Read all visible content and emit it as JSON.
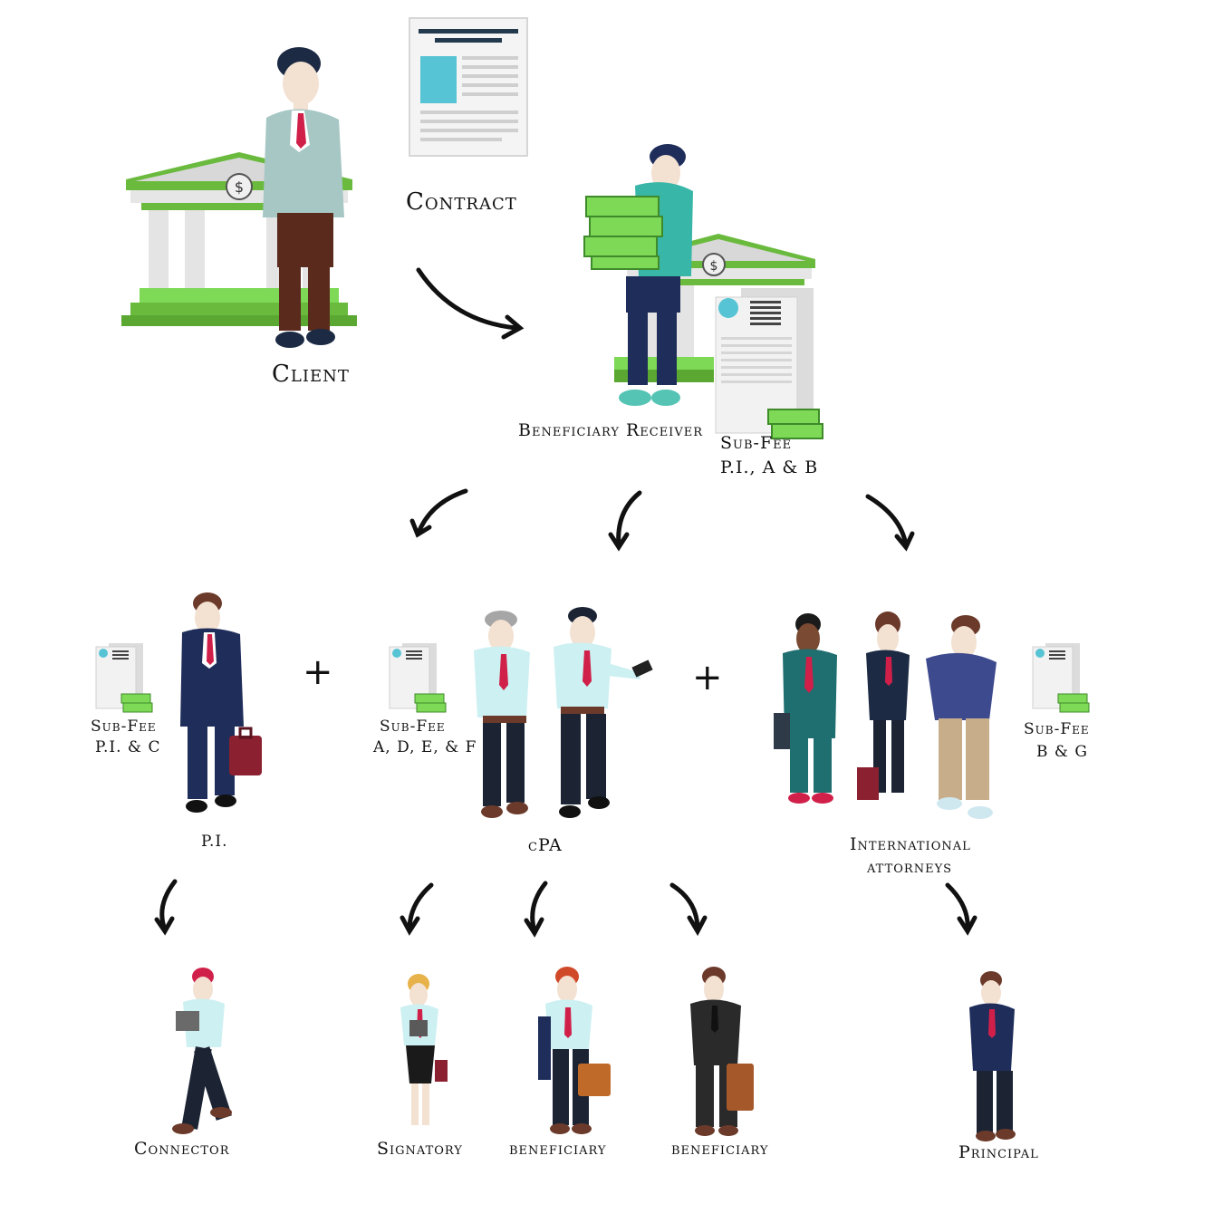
{
  "colors": {
    "bank_green": "#6aba3d",
    "bank_roof": "#5aa832",
    "bank_stone": "#d8d8d8",
    "doc_accent": "#56c4d4",
    "doc_header": "#233a4e",
    "cash_green": "#7ed957",
    "navy_suit": "#1f2d5a",
    "tie_red": "#d0204a",
    "arrow": "#111111"
  },
  "labels": {
    "contract": "Contract",
    "client": "Client",
    "beneficiary_receiver": "Beneficiary Receiver",
    "subfee_top_1": "Sub-Fee",
    "subfee_top_2": "P.I., A & B",
    "subfee_pi_1": "Sub-Fee",
    "subfee_pi_2": "P.I. & C",
    "subfee_cpa_1": "Sub-Fee",
    "subfee_cpa_2": "A, D, E, & F",
    "subfee_intl_1": "Sub-Fee",
    "subfee_intl_2": "B & G",
    "pi": "P.I.",
    "cpa": "cPA",
    "intl_1": "International",
    "intl_2": "attorneys",
    "connector": "Connector",
    "signatory": "Signatory",
    "beneficiary_a": "beneficiary",
    "beneficiary_b": "beneficiary",
    "principal": "Principal",
    "plus": "+"
  },
  "icons": [
    "bank-icon",
    "contract-document-icon",
    "person-icon",
    "cash-stack-icon",
    "briefcase-icon",
    "arrow-icon"
  ]
}
